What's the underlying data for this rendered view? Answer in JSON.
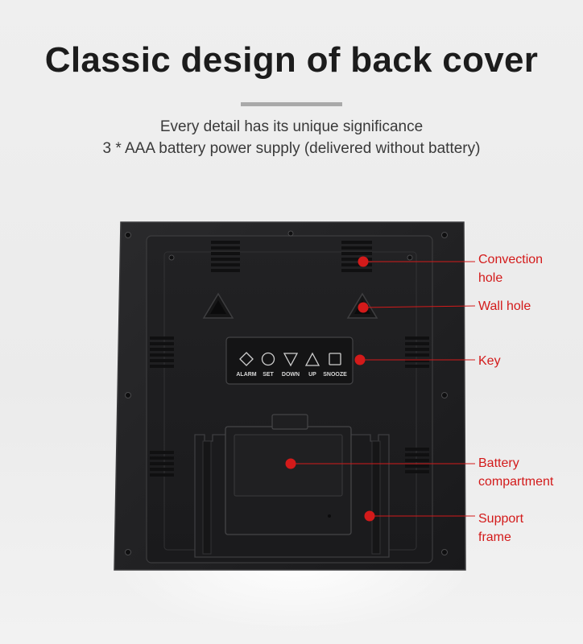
{
  "title": "Classic design of back cover",
  "subtitles": [
    "Every detail has its unique significance",
    "3 * AAA battery power supply (delivered without battery)"
  ],
  "key_labels": [
    "ALARM",
    "SET",
    "DOWN",
    "UP",
    "SNOOZE"
  ],
  "callouts": {
    "convection_hole": [
      "Convection",
      "hole"
    ],
    "wall_hole": [
      "Wall hole"
    ],
    "key": [
      "Key"
    ],
    "battery_compartment": [
      "Battery",
      "compartment"
    ],
    "support_frame": [
      "Support",
      "frame"
    ]
  },
  "colors": {
    "callout": "#d31a1a",
    "device": "#1e1e20"
  }
}
